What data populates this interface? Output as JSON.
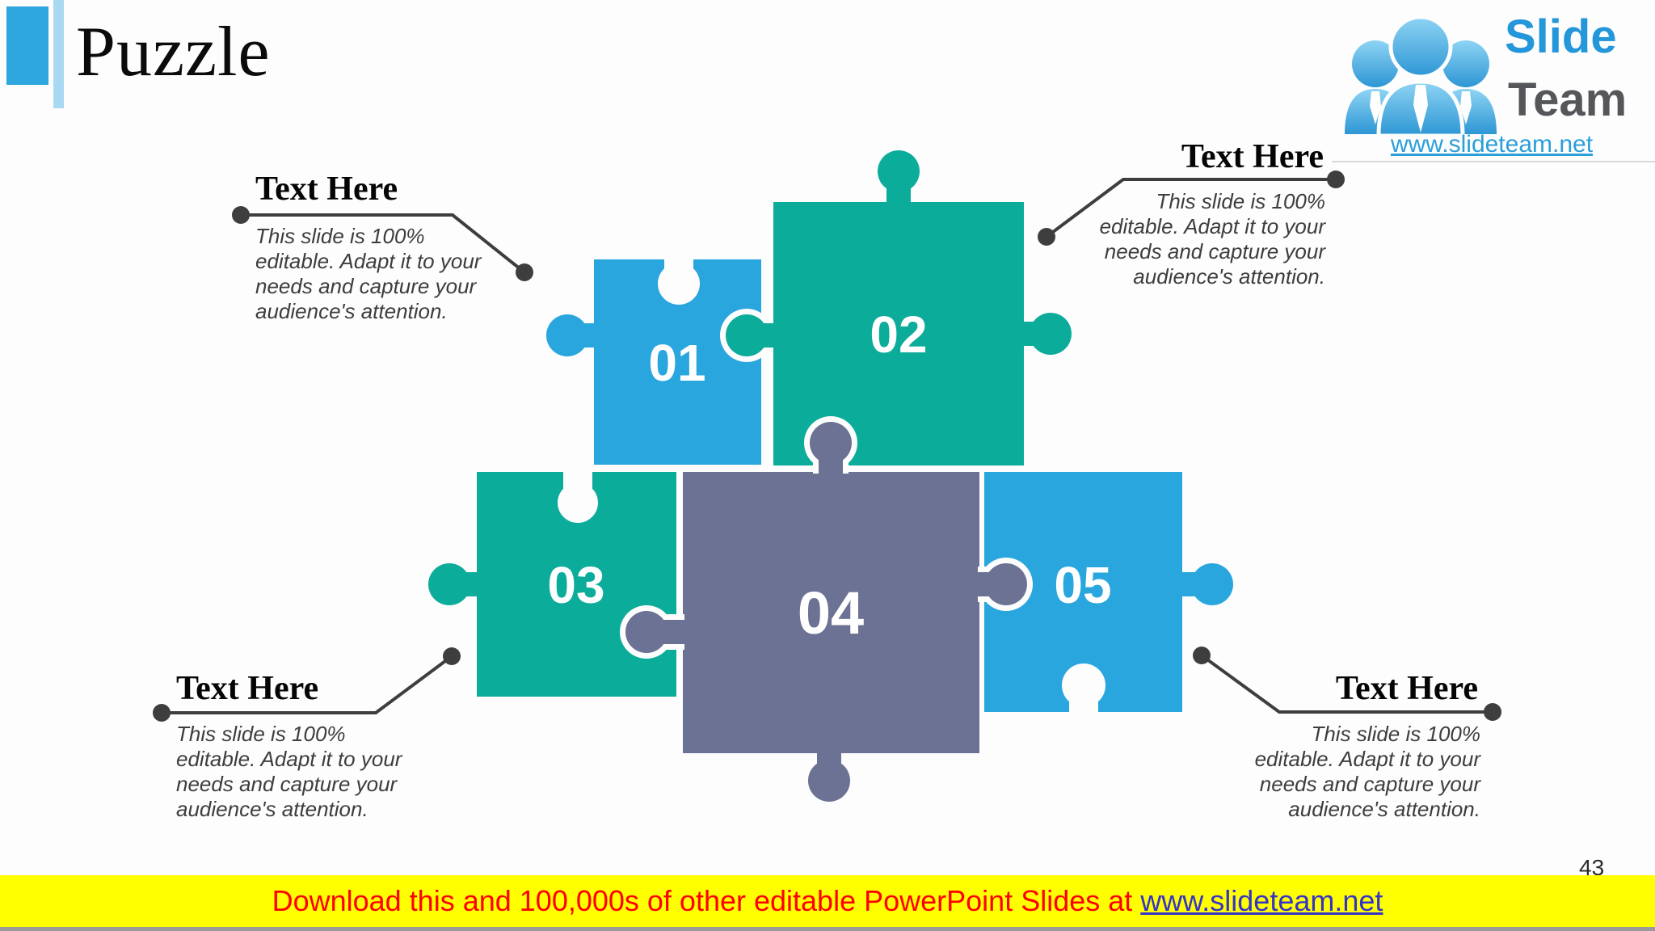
{
  "slide": {
    "title": "Puzzle",
    "page_number": "43",
    "background": "#FDFDFD"
  },
  "header": {
    "accent_dark": "#2EA7E0",
    "accent_light": "#A9D9F2"
  },
  "logo": {
    "brand_top": "Slide",
    "brand_bottom": "Team",
    "url": "www.slideteam.net",
    "brand_top_color": "#2496DA",
    "brand_bottom_color": "#55565A"
  },
  "puzzle": {
    "pieces": [
      {
        "number": "01",
        "color": "#2AA6DF"
      },
      {
        "number": "02",
        "color": "#0CAC9A"
      },
      {
        "number": "03",
        "color": "#0CAC9A"
      },
      {
        "number": "04",
        "color": "#6B7293"
      },
      {
        "number": "05",
        "color": "#2AA6DF"
      }
    ]
  },
  "callouts": {
    "heading": "Text Here",
    "body_lines": [
      "This slide is 100%",
      "editable. Adapt it to your",
      "needs and capture your",
      "audience's attention."
    ],
    "line_color": "#3E3E3E"
  },
  "banner": {
    "prefix": "Download this and 100,000s of other editable PowerPoint Slides at ",
    "link": "www.slideteam.net",
    "bg": "#FFFF00",
    "text_color": "#FF0000",
    "link_color": "#3333CC"
  }
}
